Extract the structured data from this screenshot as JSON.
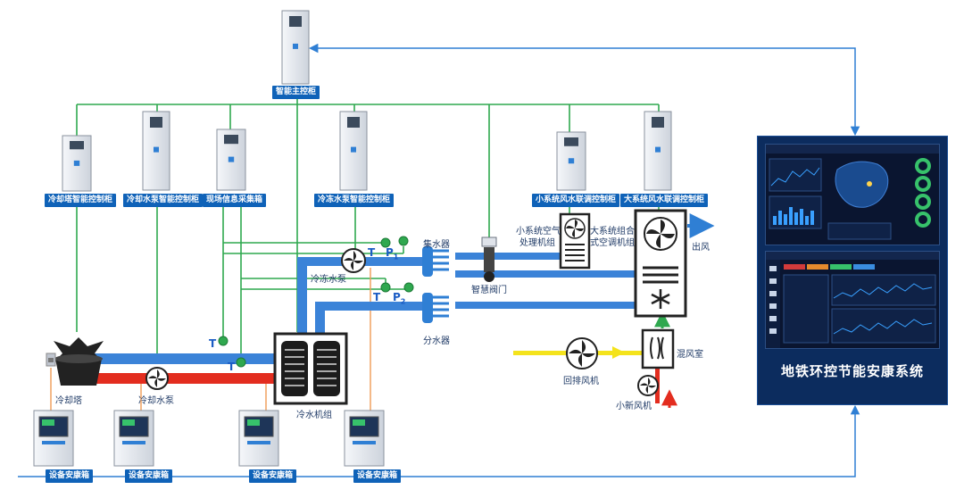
{
  "main_cabinet": "智能主控柜",
  "controllers": {
    "cooling_tower": "冷却塔智能控制柜",
    "cooling_pump": "冷却水泵智能控制柜",
    "field_data": "现场信息采集箱",
    "chilled_pump": "冷冻水泵智能控制柜",
    "small_ahu": "小系统风水联调控制柜",
    "large_ahu": "大系统风水联调控制柜"
  },
  "equipment": {
    "cooling_tower": "冷却塔",
    "cooling_pump": "冷却水泵",
    "chiller": "冷水机组",
    "chilled_pump": "冷冻水泵",
    "collector": "集水器",
    "distributor": "分水器",
    "smart_valve": "智慧阀门",
    "small_ahu_l1": "小系统空气",
    "small_ahu_l2": "处理机组",
    "large_ahu_l1": "大系统组合",
    "large_ahu_l2": "式空调机组",
    "outlet_air": "出风",
    "mixing_room": "混风室",
    "return_fan": "回排风机",
    "fresh_fan": "小新风机"
  },
  "sensors": {
    "t": "T",
    "p": "P",
    "p1_sub": "1",
    "p2_sub": "2"
  },
  "safety_boxes": [
    "设备安康箱",
    "设备安康箱",
    "设备安康箱",
    "设备安康箱"
  ],
  "system_title": "地铁环控节能安康系统",
  "colors": {
    "line_green": "#2fa84f",
    "pipe_blue": "#2f7fd4",
    "hot_red": "#e32d1f",
    "signal_orange": "#ef9b55",
    "air_yellow": "#f4e31c",
    "accent": "#0f62b8"
  }
}
